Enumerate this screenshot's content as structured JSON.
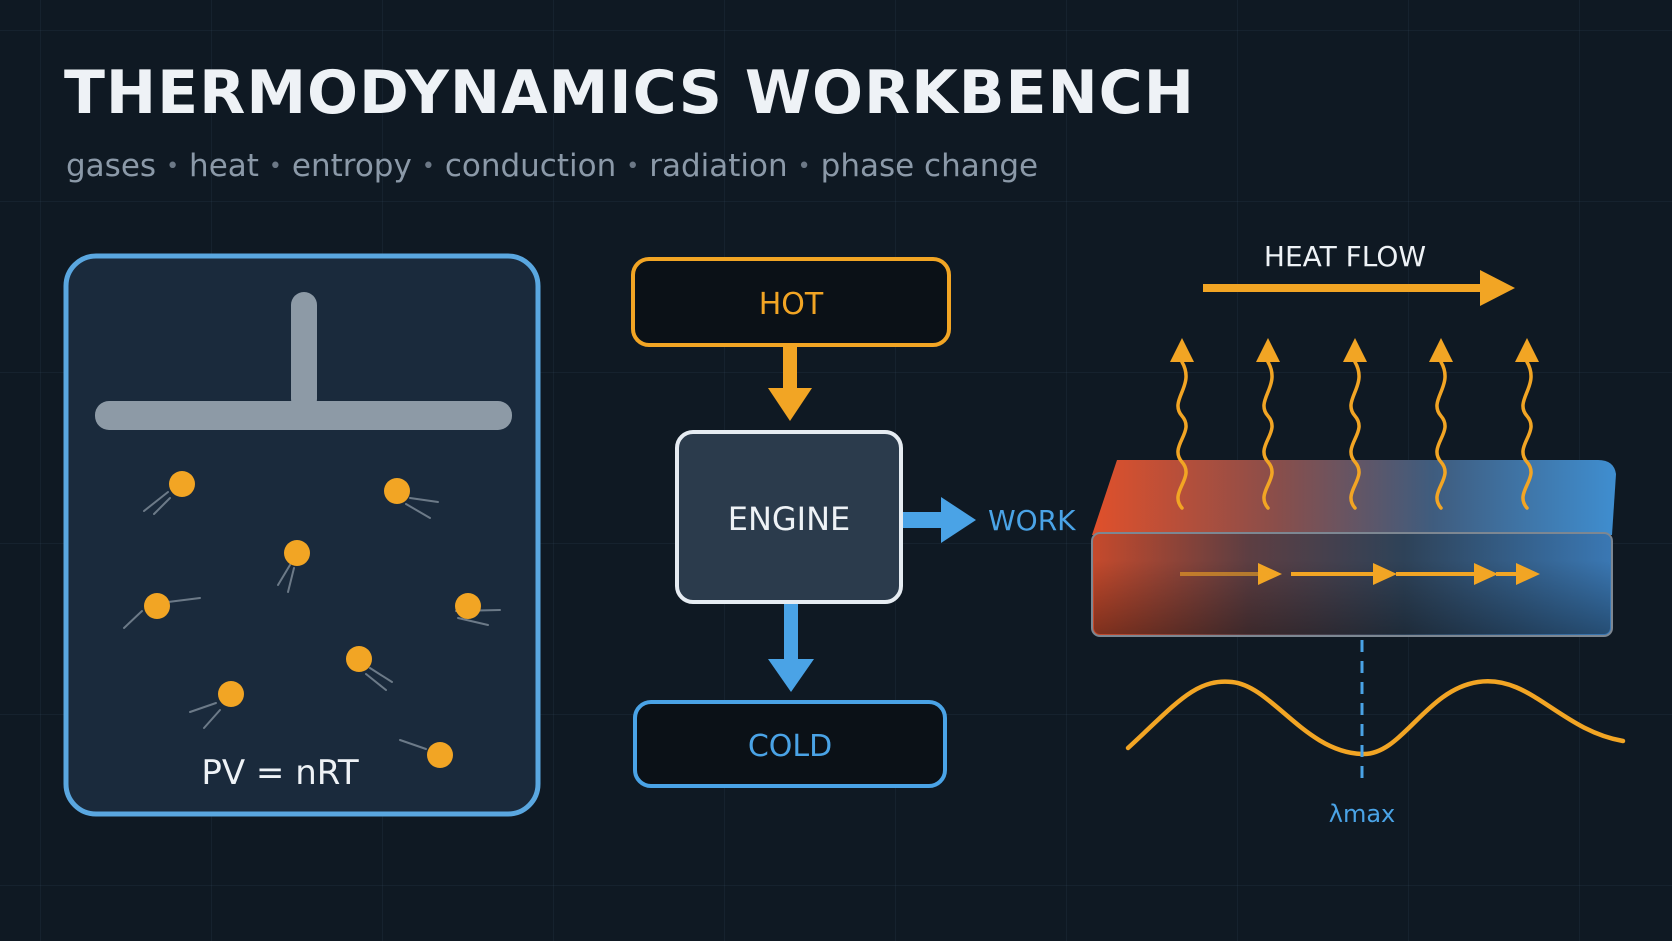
{
  "header": {
    "title": "THERMODYNAMICS WORKBENCH",
    "topics": [
      "gases",
      "heat",
      "entropy",
      "conduction",
      "radiation",
      "phase change"
    ]
  },
  "gas_panel": {
    "equation": "PV = nRT",
    "particle_color": "#f2a524",
    "border_color": "#5aa7e0"
  },
  "engine_panel": {
    "hot_label": "HOT",
    "engine_label": "ENGINE",
    "work_label": "WORK",
    "cold_label": "COLD",
    "hot_color": "#f2a524",
    "cold_color": "#4aa3e6"
  },
  "heat_panel": {
    "heat_flow_label": "HEAT FLOW",
    "lambda_label": "λmax",
    "hot_side_color": "#e2502a",
    "cold_side_color": "#3d7fc0"
  }
}
